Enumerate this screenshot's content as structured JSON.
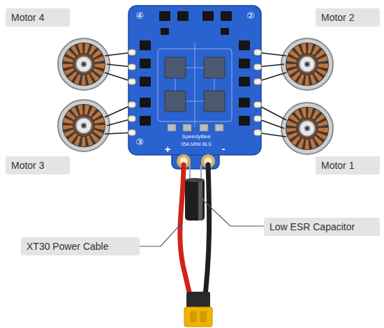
{
  "diagram": {
    "nodes": [
      {
        "text": [
          "Motor 4"
        ]
      },
      {
        "text": [
          "Motor 2"
        ]
      },
      {
        "text": [
          "Motor 3"
        ]
      },
      {
        "text": [
          "Motor 1"
        ]
      },
      {
        "text": [
          "Low ESR Capacitor"
        ]
      },
      {
        "text": [
          "XT30 Power Cable"
        ]
      }
    ],
    "labels": [
      "④",
      "②",
      "③",
      "SpeedyBee",
      "35A MINI BLS",
      "+",
      "-"
    ]
  }
}
